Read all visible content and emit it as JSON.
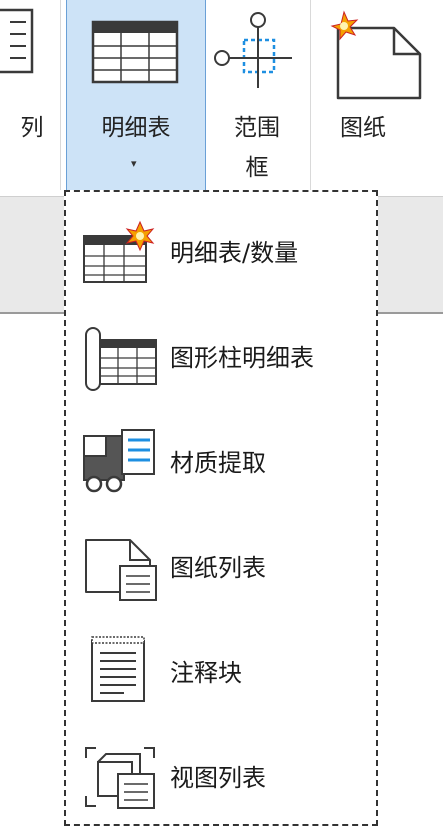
{
  "ribbon": {
    "partial_label": "列",
    "schedule_label": "明细表",
    "scope_label_line1": "范围",
    "scope_label_line2": "框",
    "sheet_label": "图纸",
    "caret": "▾"
  },
  "menu": {
    "items": [
      {
        "label": "明细表/数量",
        "icon": "schedule-quantities-icon"
      },
      {
        "label": "图形柱明细表",
        "icon": "graphical-column-schedule-icon"
      },
      {
        "label": "材质提取",
        "icon": "material-takeoff-icon"
      },
      {
        "label": "图纸列表",
        "icon": "sheet-list-icon"
      },
      {
        "label": "注释块",
        "icon": "note-block-icon"
      },
      {
        "label": "视图列表",
        "icon": "view-list-icon"
      }
    ]
  },
  "colors": {
    "selected_bg": "#cde3f7",
    "selected_border": "#6aa0d6",
    "icon_blue": "#1e8fe1",
    "icon_dark": "#3a3a3a",
    "accent_star": "#f5a000"
  }
}
